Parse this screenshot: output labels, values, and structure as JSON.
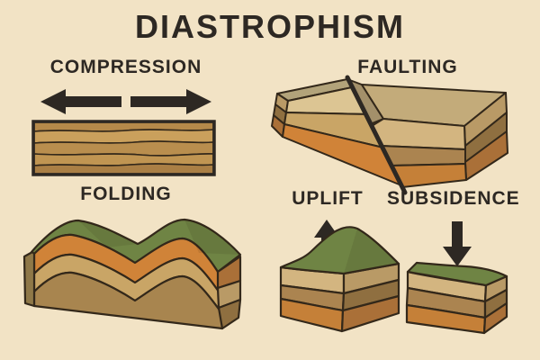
{
  "title": "DIASTROPHISM",
  "sections": {
    "compression": {
      "label": "COMPRESSION",
      "icons": [
        "arrow-left",
        "arrow-right"
      ]
    },
    "faulting": {
      "label": "FAULTING"
    },
    "folding": {
      "label": "FOLDING"
    },
    "uplift": {
      "label": "UPLIFT",
      "icon": "arrow-up"
    },
    "subsidence": {
      "label": "SUBSIDENCE",
      "icon": "arrow-down"
    }
  },
  "palette": {
    "background": "#f2e3c5",
    "ink": "#2d2823",
    "outline": "#33281a",
    "green": "#6f8444",
    "topGray": "#b2a37a",
    "topTan": "#c3ab7a",
    "cream": "#dcc593",
    "tan": "#c9a566",
    "orange": "#d08338",
    "brown": "#a8854f",
    "faceLight": "#d3b580",
    "faceBrown": "#ab8450",
    "faceOrange": "#c58038",
    "sideTan": "#b99a66",
    "sideBrown": "#8f6f40",
    "sideOrange": "#aa7038",
    "sideDark": "#8f7848",
    "wedge": "#a3906a",
    "comp": [
      "#b5894a",
      "#caa05c",
      "#b98e4e",
      "#c09552",
      "#aa7f45"
    ]
  }
}
